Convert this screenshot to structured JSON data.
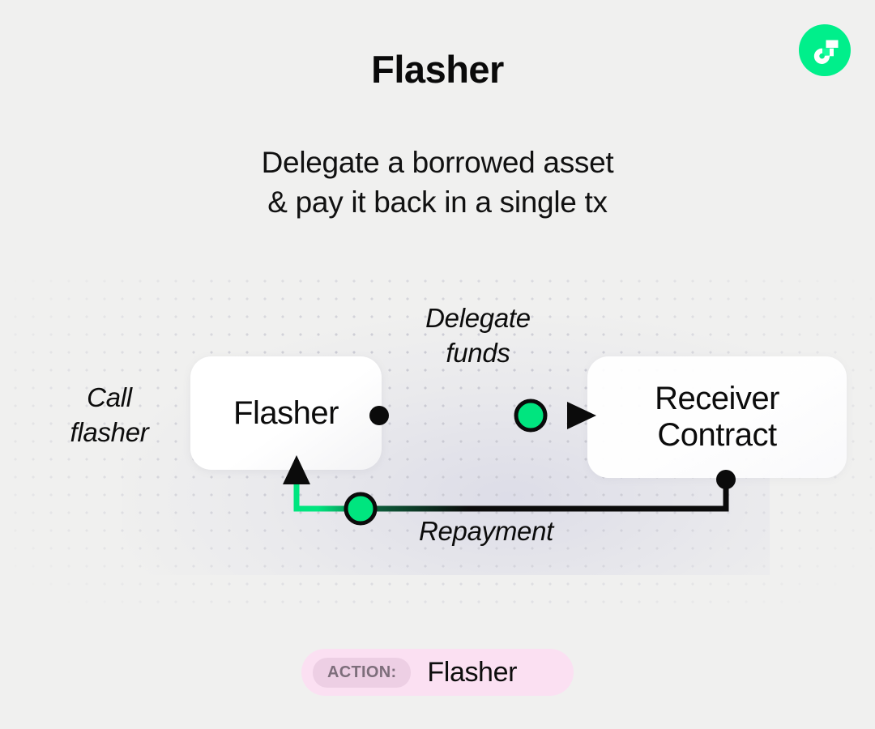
{
  "header": {
    "title": "Flasher",
    "subtitle_line1": "Delegate a borrowed asset",
    "subtitle_line2": "& pay it back in a single tx",
    "logo_name": "flow-logo-icon"
  },
  "diagram": {
    "nodes": [
      {
        "id": "flasher",
        "label": "Flasher"
      },
      {
        "id": "receiver",
        "label": "Receiver\nContract"
      }
    ],
    "labels": {
      "call": "Call\nflasher",
      "delegate": "Delegate\nfunds",
      "repayment": "Repayment"
    },
    "colors": {
      "accent_green": "#00e57f",
      "line": "#0b0b0b",
      "background": "#f0f0ef",
      "dot_grid": "#c9c9d2",
      "badge_bg": "#fbe0f2",
      "badge_tag_bg": "#edcfe4",
      "badge_tag_text": "#7d6e7b"
    }
  },
  "badge": {
    "tag": "ACTION:",
    "value": "Flasher"
  }
}
